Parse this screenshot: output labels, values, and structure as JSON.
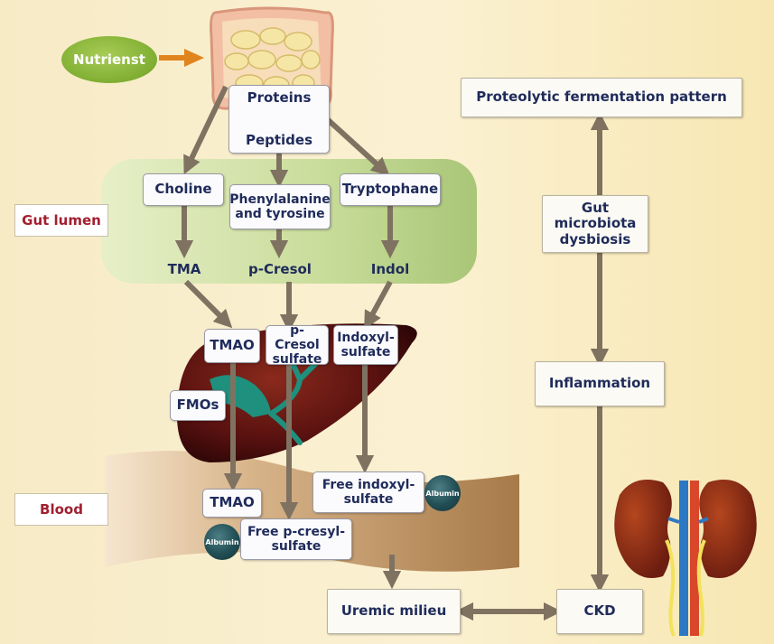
{
  "nutrients": "Nutrienst",
  "proteins": "Proteins",
  "peptides": "Peptides",
  "choline": "Choline",
  "phenylalanine": "Phenylalanine and tyrosine",
  "tryptophane": "Tryptophane",
  "tma": "TMA",
  "pcresol": "p-Cresol",
  "indol": "Indol",
  "gut_lumen": "Gut lumen",
  "tmao_liver": "TMAO",
  "pcresol_sulfate": "p-Cresol sulfate",
  "indoxyl_sulfate": "Indoxyl-sulfate",
  "fmos": "FMOs",
  "blood": "Blood",
  "tmao_blood": "TMAO",
  "free_indoxyl": "Free indoxyl-sulfate",
  "free_pcresyl": "Free p-cresyl-sulfate",
  "albumin": "Albumin",
  "uremic": "Uremic milieu",
  "ckd": "CKD",
  "proteolytic": "Proteolytic fermentation pattern",
  "dysbiosis": "Gut microbiota dysbiosis",
  "inflammation": "Inflammation",
  "colors": {
    "arrow": "#7f7261",
    "text": "#1f2b5a",
    "blood_label": "#a11f2f",
    "gut_band": "#b7d08a",
    "liver": "#5a0f12",
    "blood_band": "#b38556"
  }
}
